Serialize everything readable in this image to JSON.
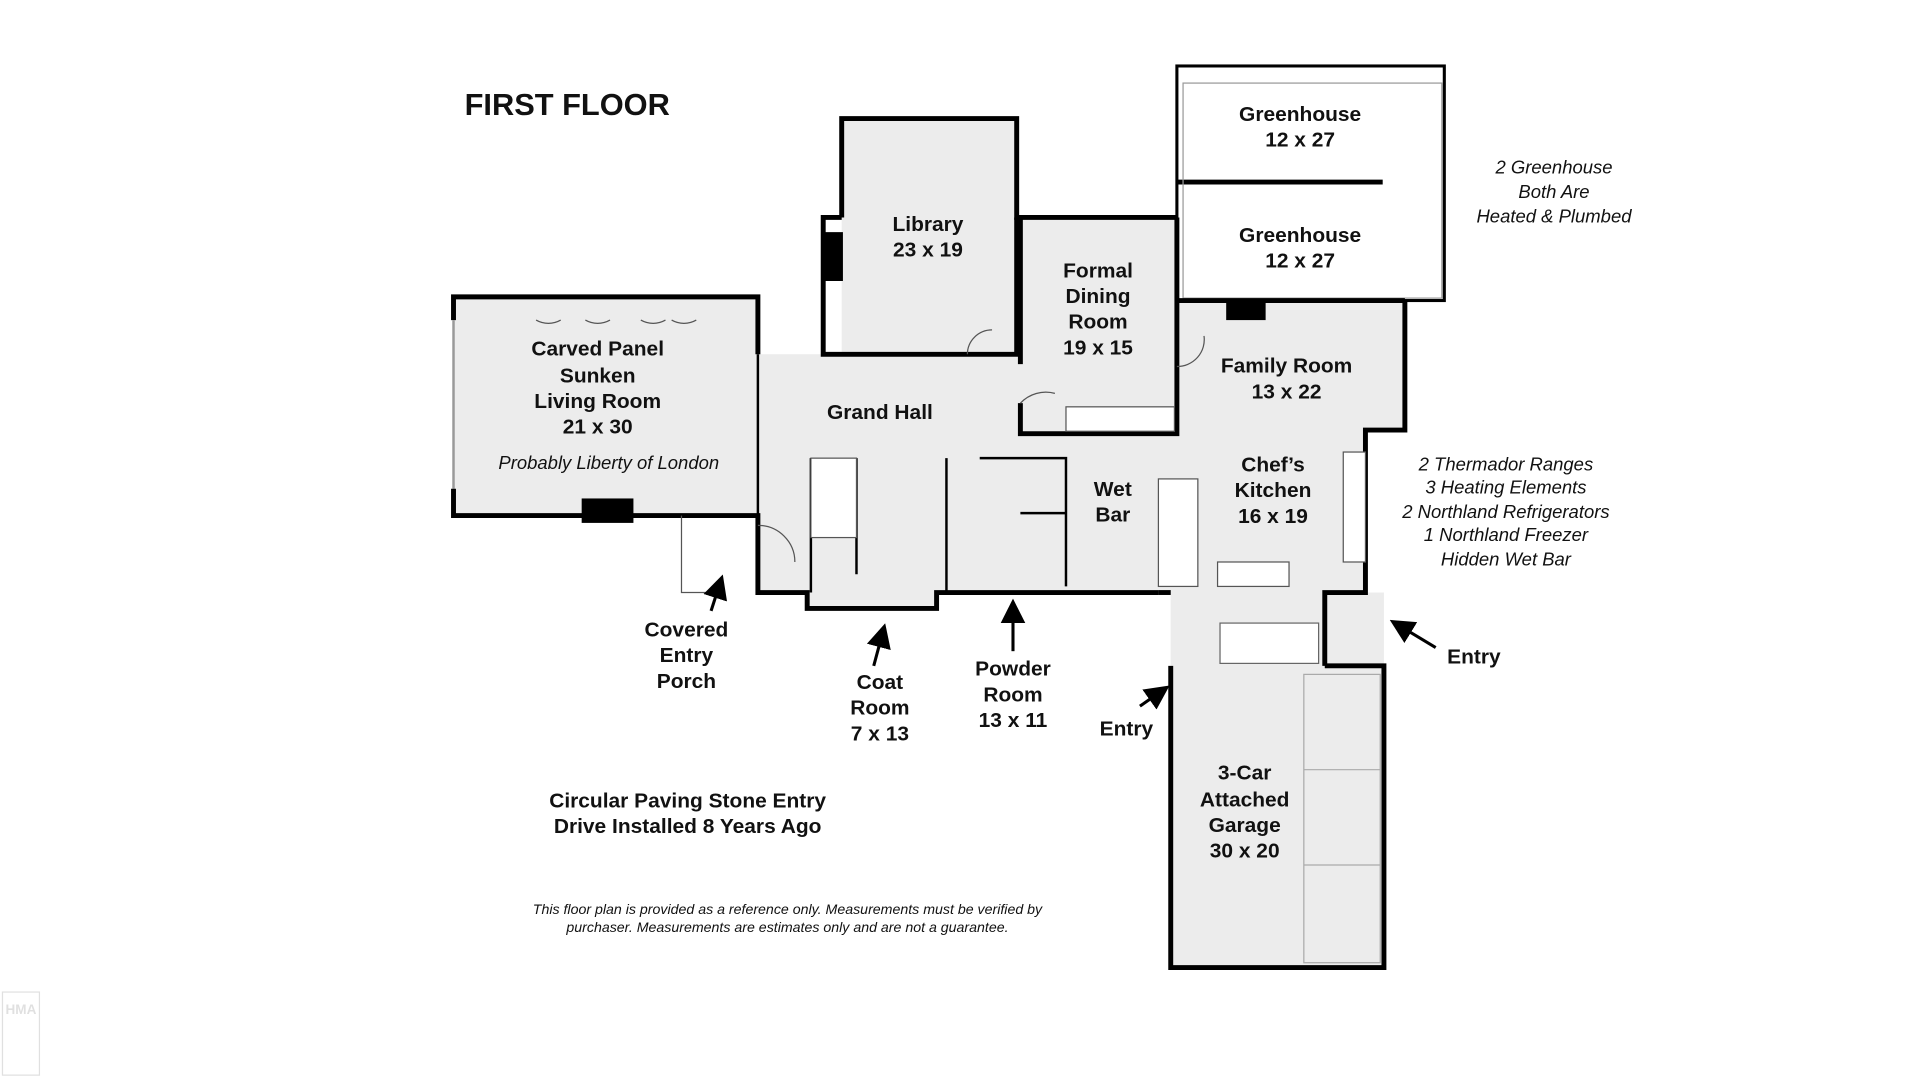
{
  "title": "FIRST FLOOR",
  "rooms": {
    "living": [
      "Carved Panel",
      "Sunken",
      "Living Room",
      "21 x 30"
    ],
    "living_note": "Probably Liberty of London",
    "library": [
      "Library",
      "23 x 19"
    ],
    "dining": [
      "Formal",
      "Dining",
      "Room",
      "19 x 15"
    ],
    "greenhouse1": [
      "Greenhouse",
      "12 x 27"
    ],
    "greenhouse2": [
      "Greenhouse",
      "12 x 27"
    ],
    "family": [
      "Family Room",
      "13 x 22"
    ],
    "grand_hall": [
      "Grand Hall"
    ],
    "wet_bar": [
      "Wet",
      "Bar"
    ],
    "kitchen": [
      "Chef’s",
      "Kitchen",
      "16 x 19"
    ],
    "garage": [
      "3-Car",
      "Attached",
      "Garage",
      "30 x 20"
    ]
  },
  "callouts": {
    "porch": [
      "Covered",
      "Entry",
      "Porch"
    ],
    "coat": [
      "Coat",
      "Room",
      "7 x 13"
    ],
    "powder": [
      "Powder",
      "Room",
      "13 x 11"
    ],
    "entry_garage": "Entry",
    "entry_side": "Entry"
  },
  "notes": {
    "greenhouse": [
      "2 Greenhouse",
      "Both Are",
      "Heated & Plumbed"
    ],
    "kitchen": [
      "2 Thermador Ranges",
      "3 Heating Elements",
      "2 Northland Refrigerators",
      "1 Northland Freezer",
      "Hidden Wet Bar"
    ],
    "drive": [
      "Circular Paving Stone Entry",
      "Drive Installed 8 Years Ago"
    ],
    "disclaimer": [
      "This floor plan is provided as a reference only.  Measurements must be verified by",
      "purchaser.  Measurements are estimates only and are not a guarantee."
    ]
  },
  "watermark": "HMA"
}
